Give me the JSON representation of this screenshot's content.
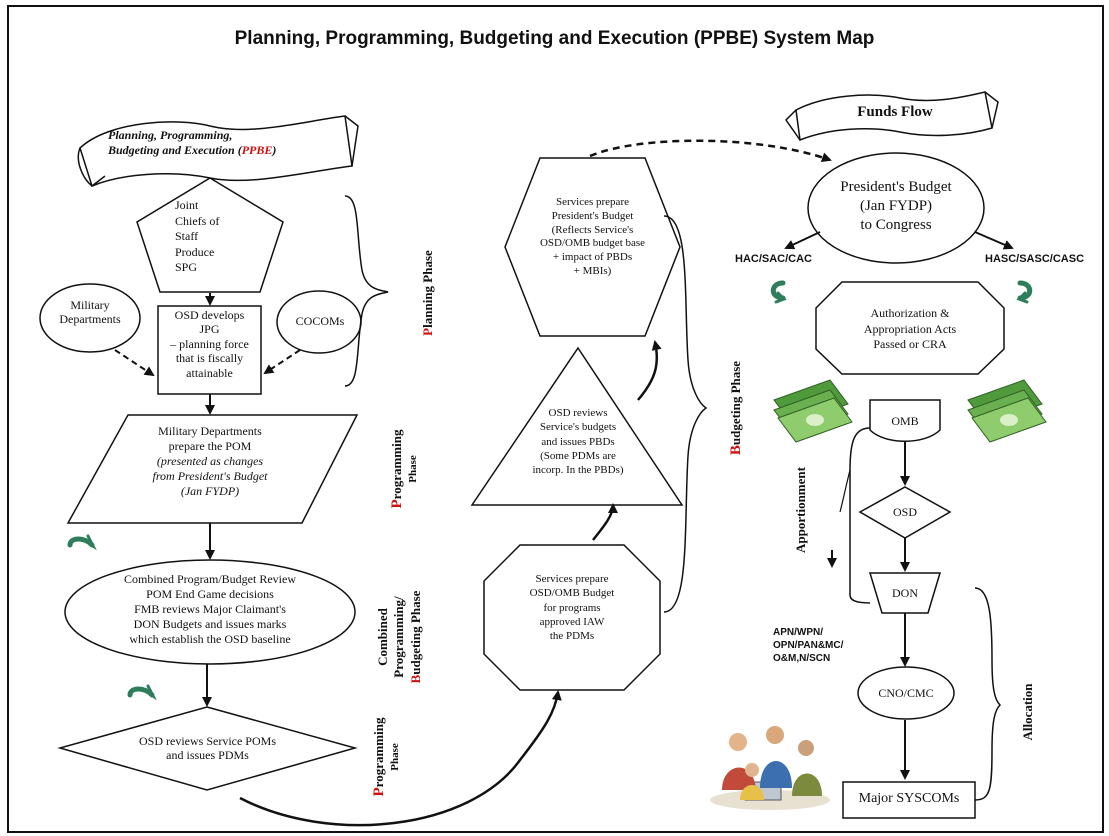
{
  "title": "Planning, Programming, Budgeting and Execution (PPBE) System Map",
  "banner_left": {
    "line1": "Planning, Programming,",
    "line2": "Budgeting and Execution (",
    "ppbe": "PPBE",
    "close": ")"
  },
  "banner_right": "Funds Flow",
  "nodes": {
    "jcs": [
      "Joint",
      "Chiefs of",
      "Staff",
      "Produce",
      "SPG"
    ],
    "mil_depts": [
      "Military",
      "Departments"
    ],
    "cocoms": "COCOMs",
    "osd_jpg": [
      "OSD develops",
      "JPG",
      "– planning force",
      "that is fiscally",
      "attainable"
    ],
    "prepare_pom": [
      "Military Departments",
      "prepare the POM"
    ],
    "prepare_pom_italic": [
      "(presented as changes",
      "from President's Budget",
      "(Jan FYDP)"
    ],
    "combined_review": [
      "Combined Program/Budget Review",
      "POM End Game decisions",
      "FMB reviews Major Claimant's",
      "DON Budgets and issues marks",
      "which establish the OSD baseline"
    ],
    "osd_reviews_poms": [
      "OSD reviews Service POMs",
      "and issues PDMs"
    ],
    "services_pb": [
      "Services prepare",
      "President's Budget",
      "(Reflects Service's",
      "OSD/OMB budget base",
      "+ impact of  PBDs",
      "+ MBIs)"
    ],
    "osd_reviews_budgets": [
      "OSD reviews",
      "Service's budgets",
      "and issues PBDs",
      "(Some PDMs are",
      "incorp. In the PBDs)"
    ],
    "services_omb": [
      "Services prepare",
      "OSD/OMB Budget",
      "for programs",
      "approved IAW",
      "the PDMs"
    ],
    "presidents_budget": [
      "President's Budget",
      "(Jan FYDP)",
      "to Congress"
    ],
    "auth_approp": [
      "Authorization &",
      "Appropriation Acts",
      "Passed or CRA"
    ],
    "omb": "OMB",
    "osd": "OSD",
    "don": "DON",
    "cno_cmc": "CNO/CMC",
    "major_syscoms": "Major SYSCOMs"
  },
  "labels": {
    "hac": "HAC/SAC/CAC",
    "hasc": "HASC/SASC/CASC",
    "approps": [
      "APN/WPN/",
      "OPN/PAN&MC/",
      "O&M,N/SCN"
    ]
  },
  "phases": {
    "planning": {
      "first": "P",
      "rest": "lanning Phase"
    },
    "programming1": {
      "first": "P",
      "rest": "rogramming",
      "line2": "Phase"
    },
    "combined": {
      "line1": "Combined",
      "line2": "Programming/",
      "first": "B",
      "rest": "udgeting Phase"
    },
    "programming2": {
      "first": "P",
      "rest": "rogramming",
      "line2": "Phase"
    },
    "budgeting": {
      "first": "B",
      "rest": "udgeting Phase"
    },
    "apportionment": "Apportionment",
    "allocation": "Allocation"
  },
  "colors": {
    "accent_red": "#d01010",
    "arrow_green": "#2e7d5b",
    "money_green": "#4f9a3a"
  },
  "icons": [
    "curved-green-arrow-icon",
    "money-stack-icon",
    "people-at-laptop-icon"
  ]
}
